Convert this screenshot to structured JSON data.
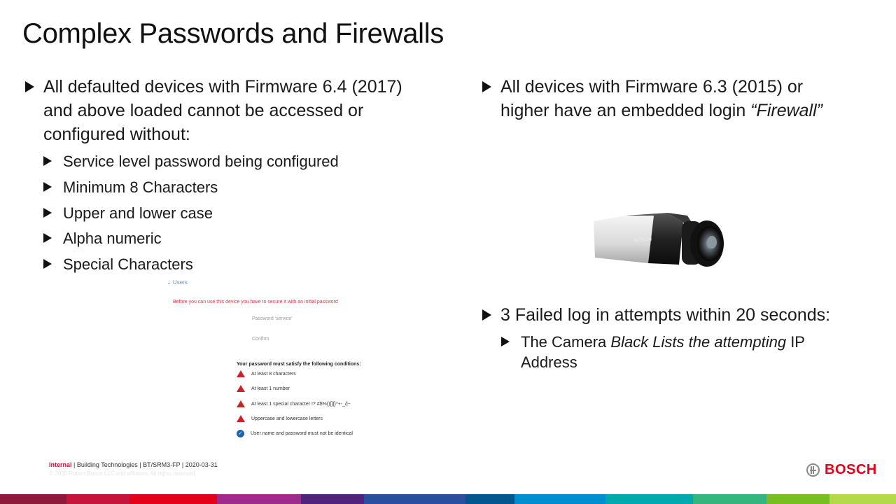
{
  "slide": {
    "title": "Complex Passwords and Firewalls"
  },
  "left": {
    "main_bullet": [
      "All defaulted devices with Firmware 6.4 (2017)",
      "and above loaded cannot be accessed or",
      "configured without:"
    ],
    "sub_bullets": [
      "Service level password being configured",
      "Minimum 8 Characters",
      "Upper and lower case",
      "Alpha numeric",
      "Special Characters"
    ]
  },
  "password_form": {
    "section": "⌄ Users",
    "warning": "Before you can use this device you have to secure it with an initial password",
    "password_placeholder": "Password 'service'",
    "confirm_placeholder": "Confirm",
    "conditions_title": "Your password must satisfy the following conditions:",
    "conditions": [
      {
        "text": "At least 8 characters",
        "status": "warning"
      },
      {
        "text": "At least 1 number",
        "status": "warning"
      },
      {
        "text": "At least 1 special character !? #$%()[]{}*+-_/|~",
        "status": "warning"
      },
      {
        "text": "Uppercase and lowercase letters",
        "status": "warning"
      },
      {
        "text": "User name and password must not be identical",
        "status": "ok"
      }
    ],
    "icons": {
      "warning": "warning-triangle-icon",
      "ok": "check-circle-icon"
    }
  },
  "right": {
    "bullet1_line1": "All devices with Firmware 6.3 (2015) or",
    "bullet1_line2_prefix": "higher have an embedded login ",
    "bullet1_line2_em": "“Firewall”",
    "camera_brand": "BOSCH",
    "bullet2": "3 Failed log in attempts within 20 seconds:",
    "sub": {
      "part1": "The Camera ",
      "em1": "Black Lists  the attempting",
      "part2": " IP",
      "line2": "Address"
    }
  },
  "footer": {
    "classification": "Internal",
    "info": " | Building Technologies | BT/SRM3-FP | 2020-03-31",
    "copyright": "© 2020 Robert Bosch LLC and affiliates. All rights reserved."
  },
  "brand": {
    "name": "BOSCH",
    "color": "#e2001a"
  },
  "colors": {
    "supergraphic": [
      "#8b1a3d",
      "#c4163c",
      "#e2001a",
      "#9e2a8c",
      "#50237f",
      "#2a4ea0",
      "#005691",
      "#008ecf",
      "#00a8b0",
      "#35b47e",
      "#78be20",
      "#b4d94a"
    ]
  }
}
